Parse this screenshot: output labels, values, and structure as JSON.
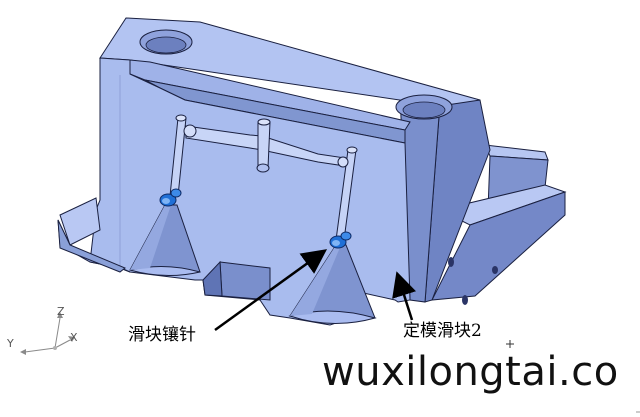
{
  "viewport": {
    "background": "#ffffff",
    "part_color": "#a6b9ee",
    "part_shadow_color": "#6f84c4",
    "edge_color": "#1a2040",
    "pin_head_color": "#1f6fd6"
  },
  "callouts": {
    "slider_insert": "滑块镶针",
    "fixed_mold_slider": "定模滑块2"
  },
  "axis_triad": {
    "x": "X",
    "y": "Y",
    "z": "Z"
  },
  "watermark": "wuxilongtai.co"
}
